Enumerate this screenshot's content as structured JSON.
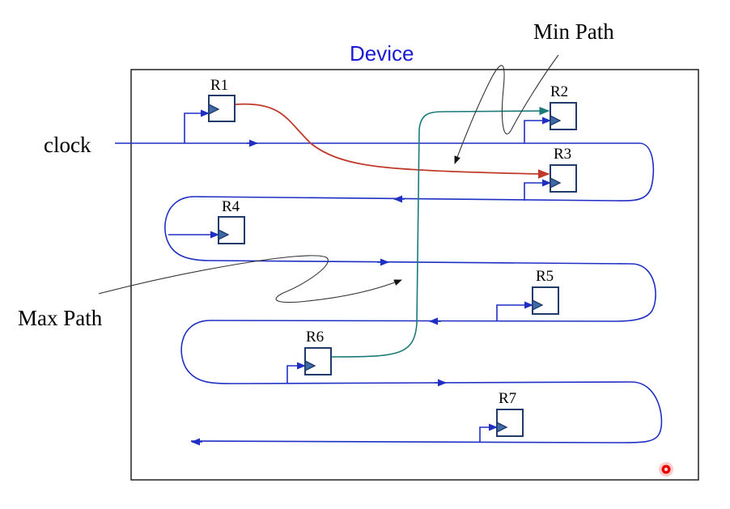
{
  "diagram": {
    "device_label": "Device",
    "clock_label": "clock",
    "min_path_label": "Min Path",
    "max_path_label": "Max Path",
    "registers": [
      "R1",
      "R2",
      "R3",
      "R4",
      "R5",
      "R6",
      "R7"
    ]
  },
  "colors": {
    "clock_wire": "#1f2fc4",
    "max_path": "#c0392b",
    "min_path": "#1a7a7a",
    "device_label": "#1a1ad6",
    "pointer": "#333333",
    "laser_dot": "#e60000"
  }
}
